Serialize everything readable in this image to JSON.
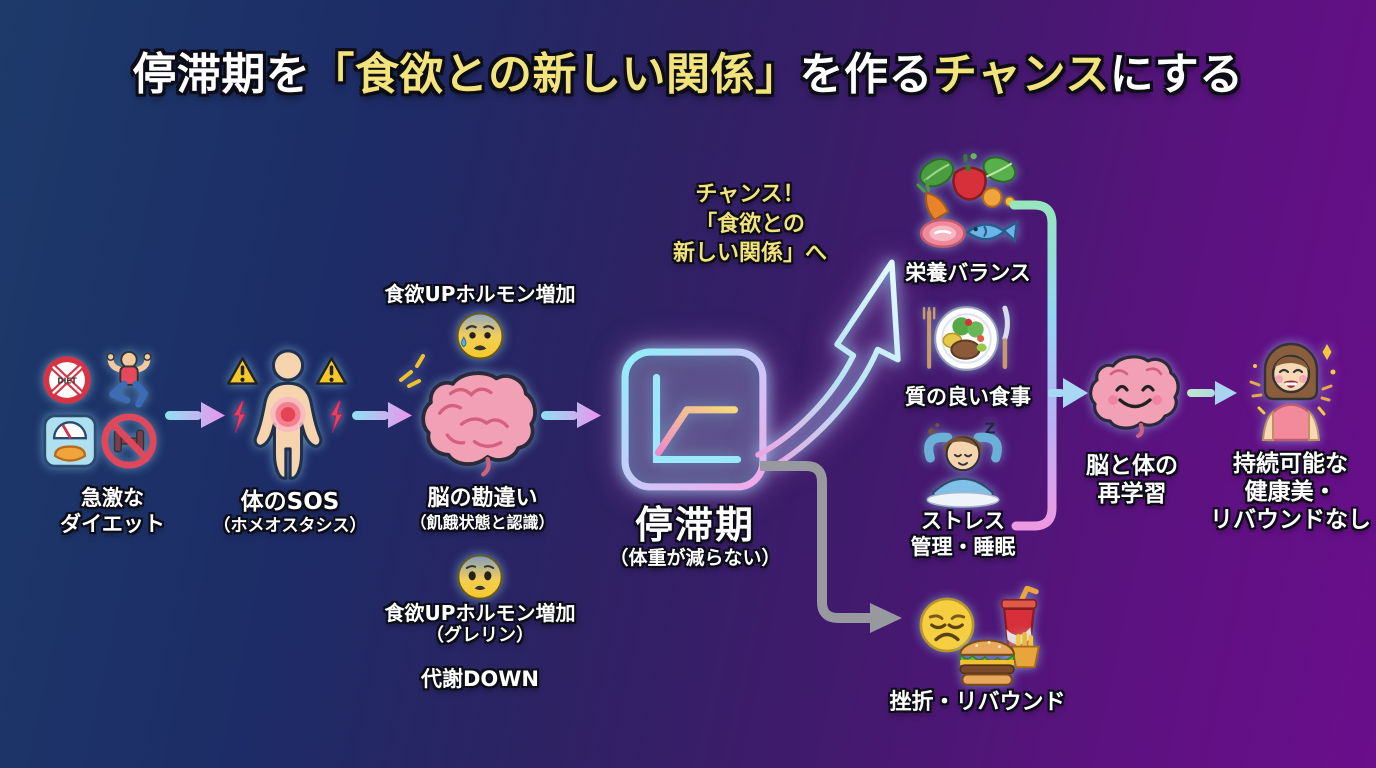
{
  "title": {
    "seg1": "停滞期を",
    "seg2": "「食欲との新しい関係」",
    "seg3": "を作る",
    "seg4": "チャンス",
    "seg5": "にする"
  },
  "steps": {
    "diet": {
      "line1": "急激な",
      "line2": "ダイエット"
    },
    "sos": {
      "label": "体のSOS",
      "sub": "（ホメオスタシス）"
    },
    "brain": {
      "hormone_top": "食欲UPホルモン増加",
      "label": "脳の勘違い",
      "sub": "（飢餓状態と認識）",
      "hormone_bottom": "食欲UPホルモン増加",
      "hormone_bottom_sub": "（グレリン）",
      "metabolism": "代謝DOWN"
    },
    "plateau": {
      "label": "停滞期",
      "sub": "（体重が減らない）"
    }
  },
  "chance": {
    "line1": "チャンス！",
    "line2": "「食欲との",
    "line3": "新しい関係」へ"
  },
  "good_path": {
    "nutrition": "栄養バランス",
    "meal": "質の良い食事",
    "stress_line1": "ストレス",
    "stress_line2": "管理・睡眠"
  },
  "outcome": {
    "relearn_line1": "脳と体の",
    "relearn_line2": "再学習",
    "final_line1": "持続可能な",
    "final_line2": "健康美・",
    "final_line3": "リバウンドなし"
  },
  "bad_path": {
    "label": "挫折・リバウンド"
  },
  "icons": [
    "no-food-icon",
    "exercise-icon",
    "scale-icon",
    "no-dumbbell-icon",
    "warning-icon",
    "lightning-icon",
    "body-sos-icon",
    "anxious-face-icon",
    "brain-icon",
    "fearful-face-icon",
    "plateau-chart-icon",
    "neon-up-arrow-icon",
    "gray-down-arrow-icon",
    "vegetables-icon",
    "meal-plate-icon",
    "sleeping-person-icon",
    "happy-brain-icon",
    "happy-woman-icon",
    "sad-face-icon",
    "soda-cup-icon",
    "burger-fries-icon"
  ],
  "colors": {
    "background_left": "#1d3a6a",
    "background_right": "#6a0e8b",
    "title_white": "#ffffff",
    "accent_yellow": "#f2e37a",
    "arrow_cyan": "#8ae4f2",
    "arrow_pink": "#f290ee",
    "bad_arrow_gray": "#98989f",
    "neon_cyan": "#8ff0f5",
    "neon_pink": "#f5a8e8"
  }
}
